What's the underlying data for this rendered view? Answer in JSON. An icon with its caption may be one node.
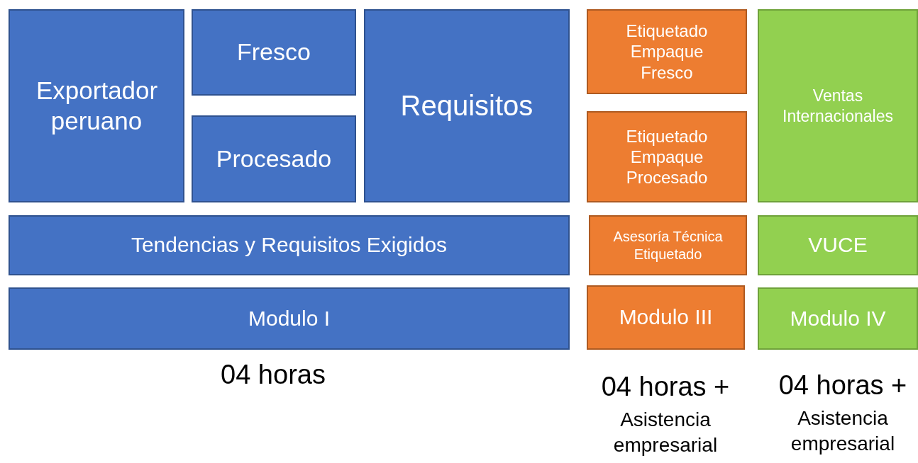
{
  "diagram": {
    "nodes": [
      {
        "text": [
          "Exportador peruano"
        ]
      },
      {
        "text": [
          "Fresco"
        ]
      },
      {
        "text": [
          "Procesado"
        ]
      },
      {
        "text": [
          "Requisitos"
        ]
      },
      {
        "text": [
          "Etiquetado Empaque Fresco"
        ]
      },
      {
        "text": [
          "Etiquetado Empaque Procesado"
        ]
      },
      {
        "text": [
          "Ventas Internacionales"
        ]
      },
      {
        "text": [
          "Tendencias y Requisitos Exigidos"
        ]
      },
      {
        "text": [
          "Asesoría Técnica Etiquetado"
        ]
      },
      {
        "text": [
          "VUCE"
        ]
      },
      {
        "text": [
          "Modulo I"
        ]
      },
      {
        "text": [
          "Modulo III"
        ]
      },
      {
        "text": [
          "Modulo IV"
        ]
      }
    ],
    "labels": [
      "04 horas",
      "04 horas +",
      "Asistencia empresarial",
      "04 horas +",
      "Asistencia empresarial"
    ]
  }
}
